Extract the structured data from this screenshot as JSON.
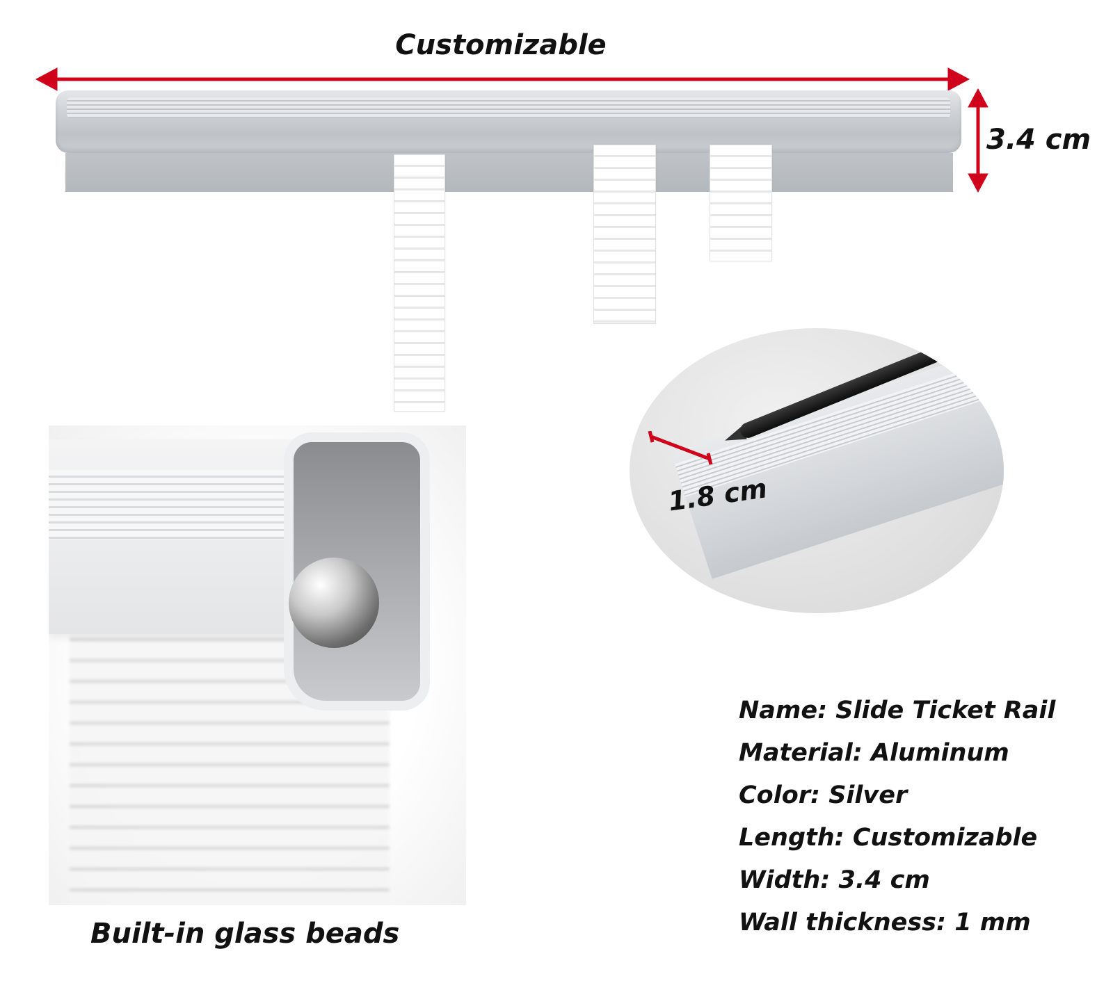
{
  "dimensions": {
    "length_label": "Customizable",
    "height_label": "3.4 cm",
    "thickness_label": "1.8 cm"
  },
  "caption": "Built-in glass beads",
  "specs": [
    "Name: Slide Ticket Rail",
    "Material: Aluminum",
    "Color: Silver",
    "Length: Customizable",
    "Width: 3.4 cm",
    "Wall thickness: 1 mm"
  ],
  "colors": {
    "arrow": "#d0021b",
    "rail": "#c6cacf",
    "text": "#111111"
  }
}
